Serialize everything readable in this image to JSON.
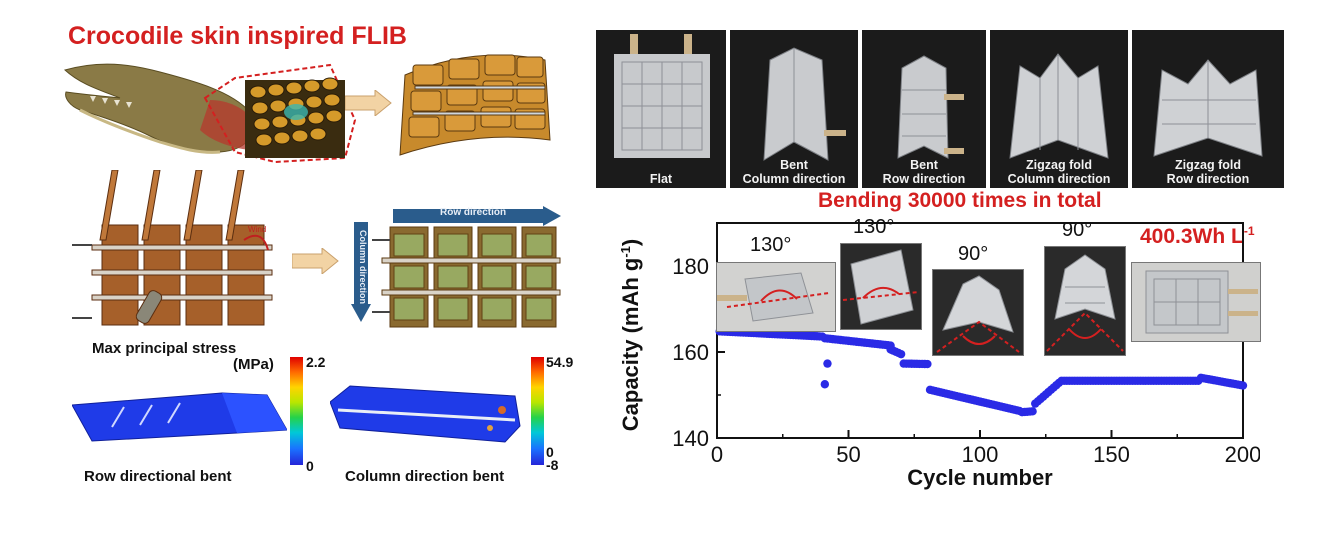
{
  "left_panel": {
    "title": "Crocodile skin inspired FLIB",
    "inset_small_label": "Wind",
    "row_direction_label": "Row direction",
    "column_direction_label": "Column direction",
    "stress_title_line1": "Max principal stress",
    "stress_title_line2": "(MPa)",
    "colorbar1": {
      "max": "2.2",
      "min": "0"
    },
    "colorbar2": {
      "max": "54.9",
      "mid": "0",
      "min": "-8"
    },
    "caption_row_bent": "Row directional bent",
    "caption_column_bent": "Column direction bent"
  },
  "photos": [
    {
      "line1": "Flat",
      "line2": ""
    },
    {
      "line1": "Bent",
      "line2": "Column direction"
    },
    {
      "line1": "Bent",
      "line2": "Row direction"
    },
    {
      "line1": "Zigzag fold",
      "line2": "Column direction"
    },
    {
      "line1": "Zigzag fold",
      "line2": "Row direction"
    }
  ],
  "chart_header": "Bending 30000 times in total",
  "inset_angles": [
    "130°",
    "130°",
    "90°",
    "90°"
  ],
  "energy_density": "400.3Wh L",
  "energy_density_exp": "-1",
  "chart_data": {
    "type": "scatter",
    "xlabel": "Cycle number",
    "ylabel": "Capacity (mAh g",
    "ylabel_exp": "-1",
    "ylabel_close": ")",
    "xlim": [
      0,
      200
    ],
    "ylim": [
      140,
      190
    ],
    "xticks": [
      0,
      50,
      100,
      150,
      200
    ],
    "yticks": [
      140,
      160,
      180
    ],
    "color": "#2a2ae6",
    "segments": [
      {
        "x_start": 1,
        "x_end": 40,
        "y_start": 164.8,
        "y_end": 163.6
      },
      {
        "x_start": 41,
        "x_end": 66,
        "y_start": 163.2,
        "y_end": 161.5
      },
      {
        "x_start": 66,
        "x_end": 70,
        "y_start": 160.6,
        "y_end": 159.5
      },
      {
        "x_start": 71,
        "x_end": 80,
        "y_start": 157.3,
        "y_end": 157.2
      },
      {
        "x_start": 81,
        "x_end": 115,
        "y_start": 151.2,
        "y_end": 146.3
      },
      {
        "x_start": 116,
        "x_end": 120,
        "y_start": 146.0,
        "y_end": 146.2
      },
      {
        "x_start": 121,
        "x_end": 130,
        "y_start": 148.0,
        "y_end": 152.8
      },
      {
        "x_start": 131,
        "x_end": 183,
        "y_start": 153.3,
        "y_end": 153.3
      },
      {
        "x_start": 184,
        "x_end": 200,
        "y_start": 154.0,
        "y_end": 152.2
      }
    ],
    "outliers": [
      {
        "x": 42,
        "y": 157.3
      },
      {
        "x": 41,
        "y": 152.5
      }
    ]
  }
}
